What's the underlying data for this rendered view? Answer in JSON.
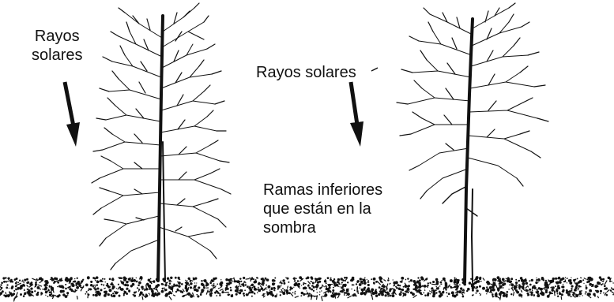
{
  "labels": {
    "left_sun": [
      "Rayos",
      "solares"
    ],
    "right_sun": "Rayos solares",
    "lower_branches": [
      "Ramas inferiores",
      "que están en la",
      "sombra"
    ]
  },
  "colors": {
    "ink": "#111111",
    "background": "#ffffff"
  }
}
